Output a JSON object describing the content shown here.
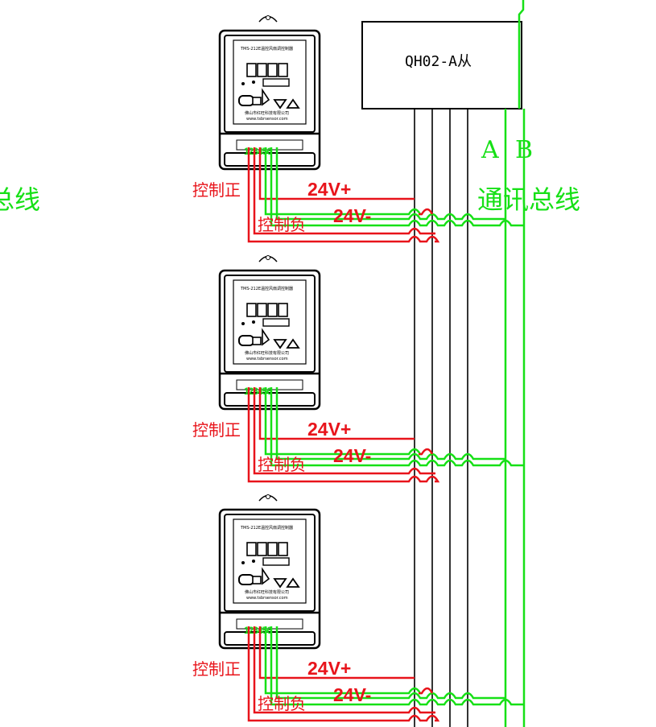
{
  "slave_box": {
    "label": "QH02-A从"
  },
  "bus": {
    "a_label": "A",
    "b_label": "B",
    "label": "通讯总线",
    "left_label": "总线"
  },
  "controllers": [
    {
      "model_text": "TMS-212E温控风扇调控制器",
      "company_text": "佛山市红旺科技有限公司",
      "web_text": "www.tsbrsensor.com",
      "terminals": "123456",
      "control_pos_label": "控制正",
      "control_neg_label": "控制负",
      "v24_pos_label": "24V+",
      "v24_neg_label": "24V-"
    },
    {
      "model_text": "TMS-212E温控风扇调控制器",
      "company_text": "佛山市红旺科技有限公司",
      "web_text": "www.tsbrsensor.com",
      "terminals": "123456",
      "control_pos_label": "控制正",
      "control_neg_label": "控制负",
      "v24_pos_label": "24V+",
      "v24_neg_label": "24V-"
    },
    {
      "model_text": "TMS-212E温控风扇调控制器",
      "company_text": "佛山市红旺科技有限公司",
      "web_text": "www.tsbrsensor.com",
      "terminals": "123456",
      "control_pos_label": "控制正",
      "control_neg_label": "控制负",
      "v24_pos_label": "24V+",
      "v24_neg_label": "24V-"
    }
  ],
  "colors": {
    "power_wire": "#e8141b",
    "bus_wire": "#16e016",
    "trunk": "#000000"
  }
}
